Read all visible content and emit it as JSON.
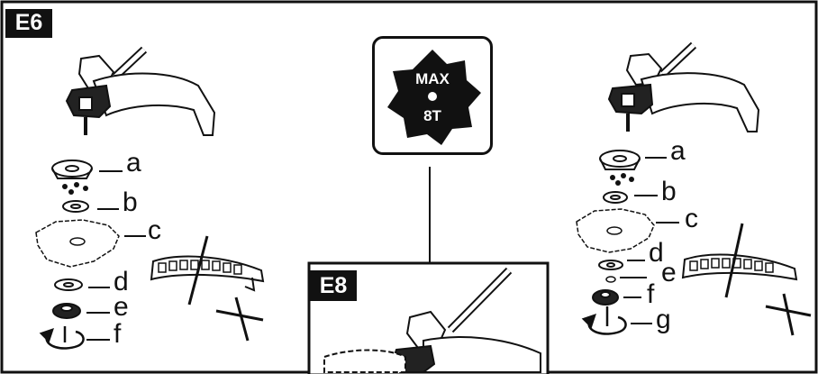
{
  "figures": {
    "e6": {
      "badge": "E6",
      "labels": [
        "a",
        "b",
        "c",
        "d",
        "e",
        "f"
      ]
    },
    "e7": {
      "labels": [
        "a",
        "b",
        "c",
        "d",
        "e",
        "f",
        "g"
      ]
    },
    "e8": {
      "badge": "E8"
    }
  },
  "blade_icon": {
    "line1": "MAX",
    "line2": "8T"
  }
}
